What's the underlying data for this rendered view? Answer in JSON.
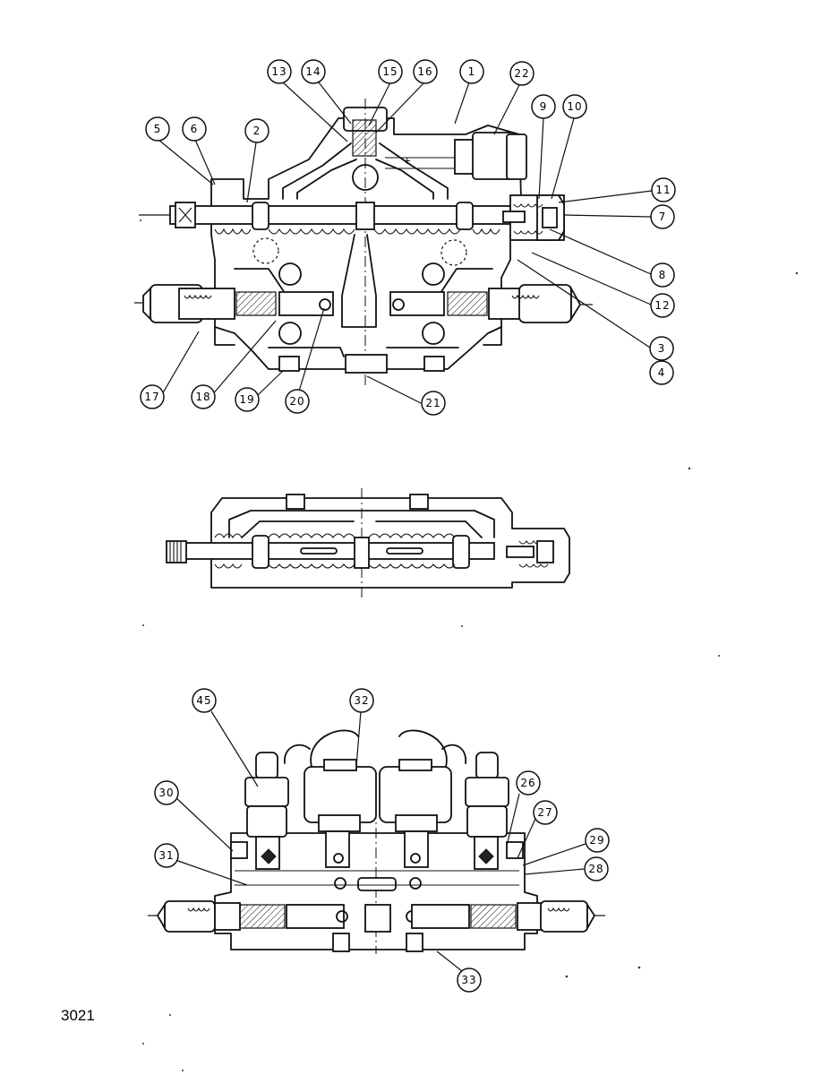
{
  "page_code": "3021",
  "callouts": {
    "top_view": [
      "1",
      "2",
      "3",
      "4",
      "5",
      "6",
      "7",
      "8",
      "9",
      "10",
      "11",
      "12",
      "13",
      "14",
      "15",
      "16",
      "17",
      "18",
      "19",
      "20",
      "21",
      "22"
    ],
    "bottom_view": [
      "26",
      "27",
      "28",
      "29",
      "30",
      "31",
      "32",
      "33",
      "45"
    ]
  }
}
